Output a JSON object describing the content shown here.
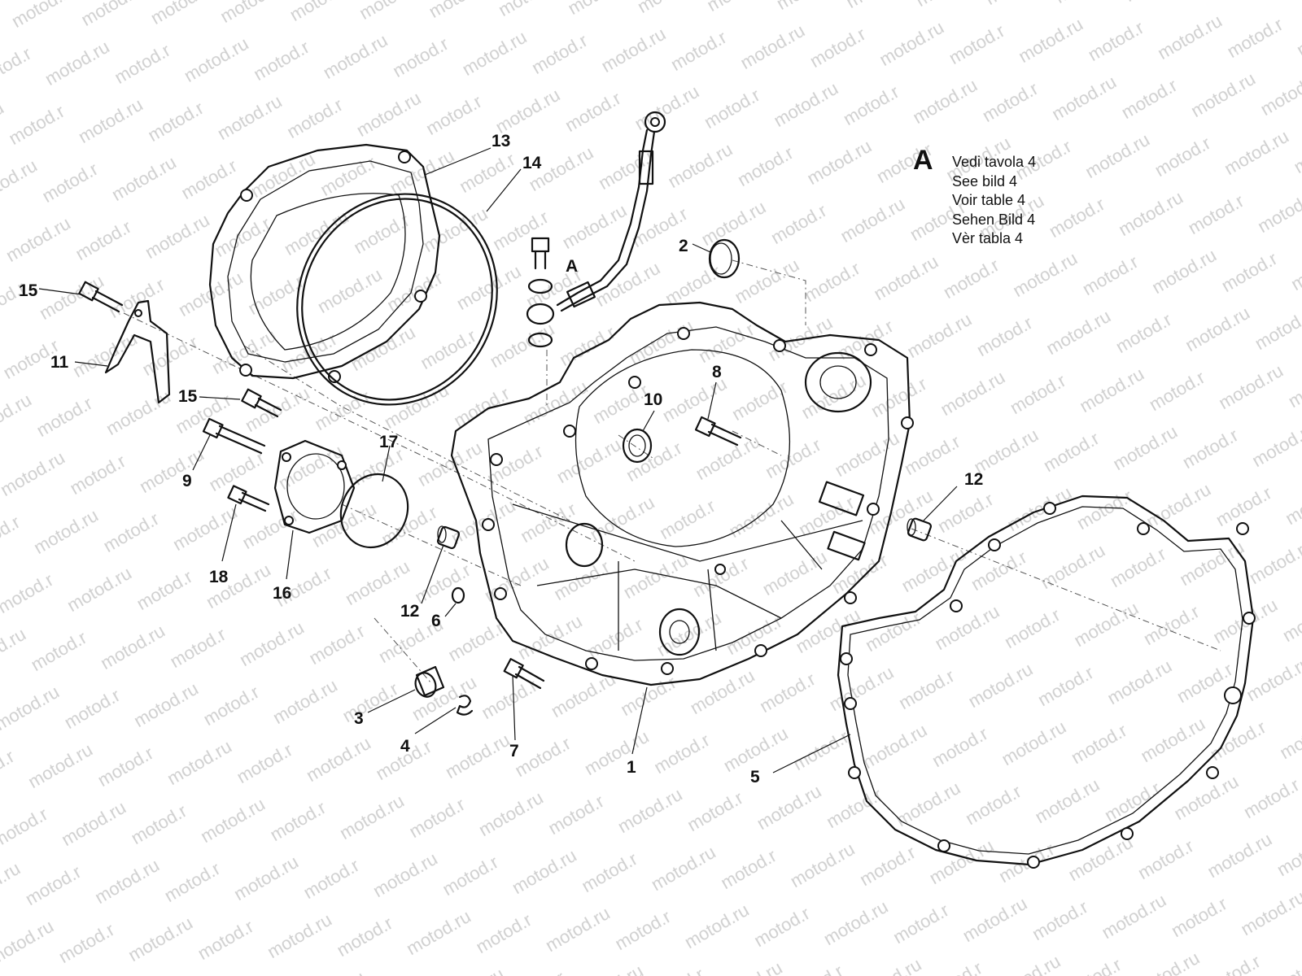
{
  "watermark": {
    "text": "motod.ru"
  },
  "callouts": {
    "c1": "1",
    "c2": "2",
    "c3": "3",
    "c4": "4",
    "c5": "5",
    "c6": "6",
    "c7": "7",
    "c8": "8",
    "c9": "9",
    "c10": "10",
    "c11": "11",
    "c12a": "12",
    "c12b": "12",
    "c13": "13",
    "c14": "14",
    "c15a": "15",
    "c15b": "15",
    "c16": "16",
    "c17": "17",
    "c18": "18",
    "cA": "A"
  },
  "legend": {
    "key": "A",
    "lines": [
      "Vedi tavola 4",
      "See bild 4",
      "Voir table 4",
      "Sehen Bild 4",
      "Vèr tabla 4"
    ]
  }
}
